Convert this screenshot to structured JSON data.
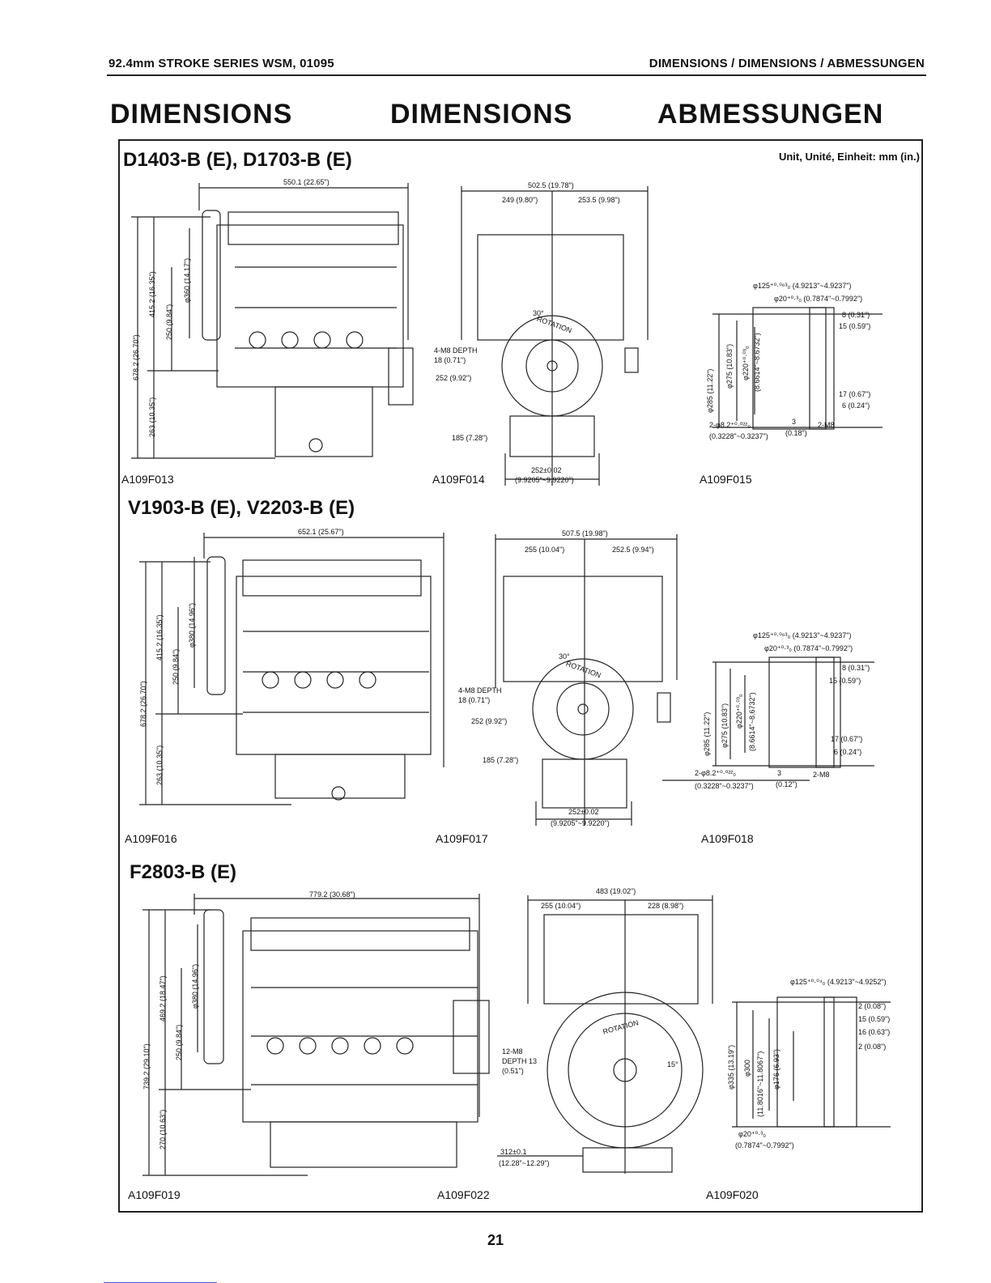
{
  "header": {
    "left": "92.4mm STROKE SERIES  WSM, 01095",
    "right": "DIMENSIONS / DIMENSIONS / ABMESSUNGEN"
  },
  "titles": [
    "DIMENSIONS",
    "DIMENSIONS",
    "ABMESSUNGEN"
  ],
  "unit_label": "Unit, Unité, Einheit: mm (in.)",
  "sections": [
    {
      "title": "D1403-B (E), D1703-B (E)",
      "figures": [
        "A109F013",
        "A109F014",
        "A109F015"
      ],
      "side_dims": {
        "overall_length": "550.1 (22.65\")",
        "height": "678.2 (26.70\")",
        "upper": "415.2 (16.35\")",
        "fan": "φ360 (14.17\")",
        "center": "250 (9.84\")",
        "lower": "263 (10.35\")"
      },
      "front_dims": {
        "width": "502.5 (19.78\")",
        "left": "249 (9.80\")",
        "right": "253.5 (9.98\")",
        "holes": "4-M8 DEPTH",
        "depth": "18 (0.71\")",
        "r1": "252 (9.92\")",
        "r2": "185 (7.28\")",
        "pcd": "252±0.02",
        "pcd_in": "(9.9205\"~9.9220\")",
        "rotation": "ROTATION",
        "angle": "30°"
      },
      "detail_dims": {
        "d1": "φ125⁺⁰·⁰⁶³₀ (4.9213\"~4.9237\")",
        "d2": "φ20⁺⁰·³₀ (0.7874\"~0.7992\")",
        "d3": "8 (0.31\")",
        "d4": "15 (0.59\")",
        "d5": "17 (0.67\")",
        "d6": "6 (0.24\")",
        "v1": "φ285 (11.22\")",
        "v2": "φ275 (10.83\")",
        "v3": "φ220⁺⁰·⁰³₀",
        "v4": "(8.6614\"~8.6732\")",
        "pin": "2-φ8.2⁺⁰·⁰²²₀",
        "pin_in": "(0.3228\"~0.3237\")",
        "m8": "2-M8",
        "three": "3",
        "three_in": "(0.18\")"
      }
    },
    {
      "title": "V1903-B (E), V2203-B (E)",
      "figures": [
        "A109F016",
        "A109F017",
        "A109F018"
      ],
      "side_dims": {
        "overall_length": "652.1 (25.67\")",
        "height": "678.2 (26.70\")",
        "upper": "415.2 (16.35\")",
        "fan": "φ380 (14.96\")",
        "center": "250 (9.84\")",
        "lower": "263 (10.35\")"
      },
      "front_dims": {
        "width": "507.5 (19.98\")",
        "left": "255 (10.04\")",
        "right": "252.5 (9.94\")",
        "holes": "4-M8 DEPTH",
        "depth": "18 (0.71\")",
        "r1": "252 (9.92\")",
        "r2": "185 (7.28\")",
        "pcd": "252±0.02",
        "pcd_in": "(9.9205\"~9.9220\")",
        "rotation": "ROTATION",
        "angle": "30°"
      },
      "detail_dims": {
        "d1": "φ125⁺⁰·⁰⁶³₀ (4.9213\"~4.9237\")",
        "d2": "φ20⁺⁰·³₀ (0.7874\"~0.7992\")",
        "d3": "8 (0.31\")",
        "d4": "15 (0.59\")",
        "d5": "17 (0.67\")",
        "d6": "6 (0.24\")",
        "v1": "φ285 (11.22\")",
        "v2": "φ275 (10.83\")",
        "v3": "φ220⁺⁰·⁰³₀",
        "v4": "(8.6614\"~8.6732\")",
        "pin": "2-φ8.2⁺⁰·⁰²²₀",
        "pin_in": "(0.3228\"~0.3237\")",
        "m8": "2-M8",
        "three": "3",
        "three_in": "(0.12\")"
      }
    },
    {
      "title": "F2803-B (E)",
      "figures": [
        "A109F019",
        "A109F022",
        "A109F020"
      ],
      "side_dims": {
        "overall_length": "779.2 (30.68\")",
        "height": "739.2 (29.10\")",
        "upper": "469.2 (18.47\")",
        "fan": "φ380 (14.96\")",
        "center": "250 (9.84\")",
        "lower": "270 (10.63\")"
      },
      "front_dims": {
        "width": "483 (19.02\")",
        "left": "255 (10.04\")",
        "right": "228 (8.98\")",
        "holes": "12-M8",
        "depth": "DEPTH 13",
        "depth_in": "(0.51\")",
        "pcd": "312±0.1",
        "pcd_in": "(12.28\"~12.29\")",
        "rotation": "ROTATION",
        "angle": "15°"
      },
      "detail_dims": {
        "d1": "φ125⁺⁰·⁰⁴₀ (4.9213\"~4.9252\")",
        "d3": "2 (0.08\")",
        "d4": "15 (0.59\")",
        "d5": "16 (0.63\")",
        "d6": "2 (0.08\")",
        "v1": "φ335 (13.19\")",
        "v2": "φ300",
        "v3": "(11.8016\"~11.8067\")",
        "v4": "φ176 (6.93\")",
        "bottom": "φ20⁺⁰·³₀",
        "bottom_in": "(0.7874\"~0.7992\")"
      }
    }
  ],
  "page_number": "21"
}
